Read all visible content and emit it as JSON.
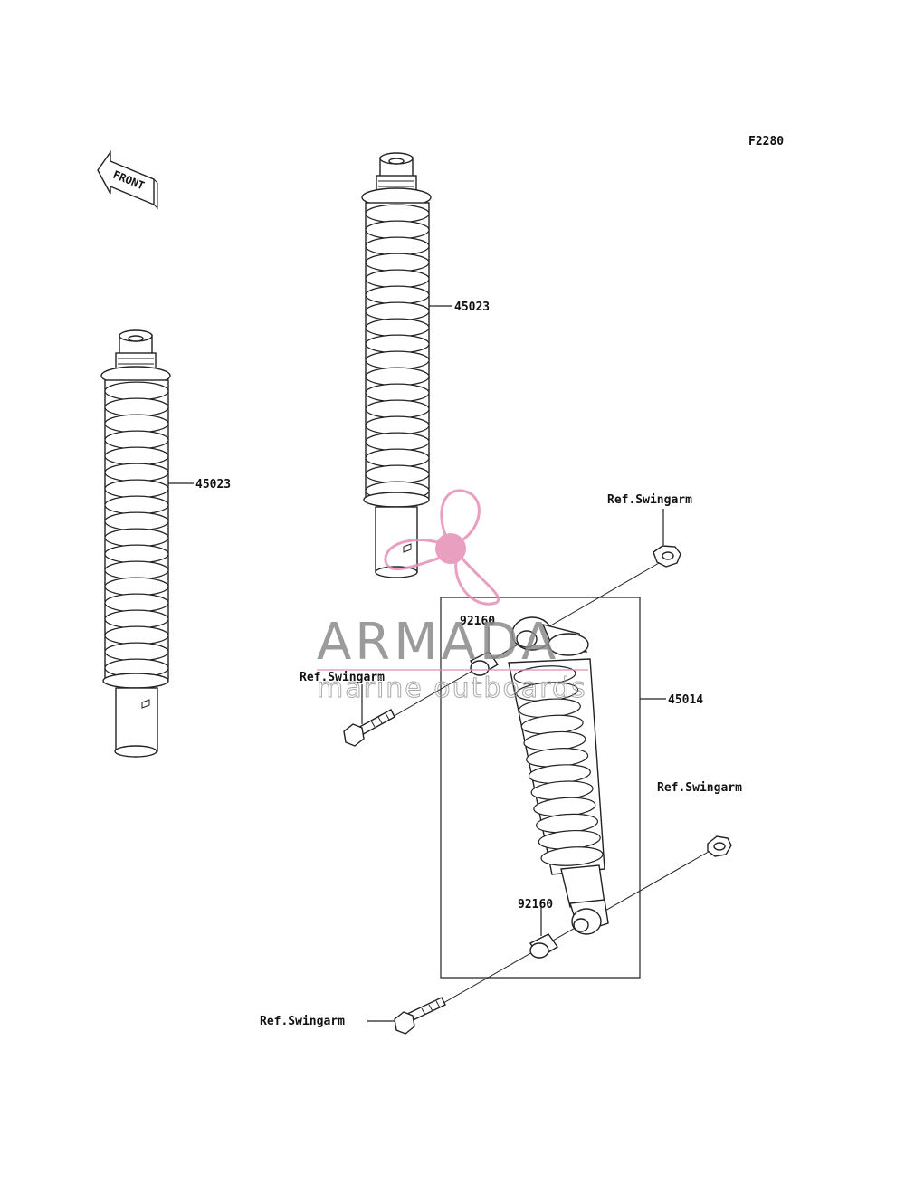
{
  "diagram_code": "F2280",
  "front_label": "FRONT",
  "parts": {
    "shock_left": "45023",
    "shock_top": "45023",
    "shock_assembly": "45014",
    "collar_upper": "92160",
    "collar_lower": "92160"
  },
  "refs": {
    "upper_nut": "Ref.Swingarm",
    "upper_bolt": "Ref.Swingarm",
    "lower_nut": "Ref.Swingarm",
    "lower_bolt": "Ref.Swingarm"
  },
  "watermark": {
    "title": "ARMADA",
    "subtitle": "marine outboards",
    "logo_color": "#e68fb5"
  }
}
